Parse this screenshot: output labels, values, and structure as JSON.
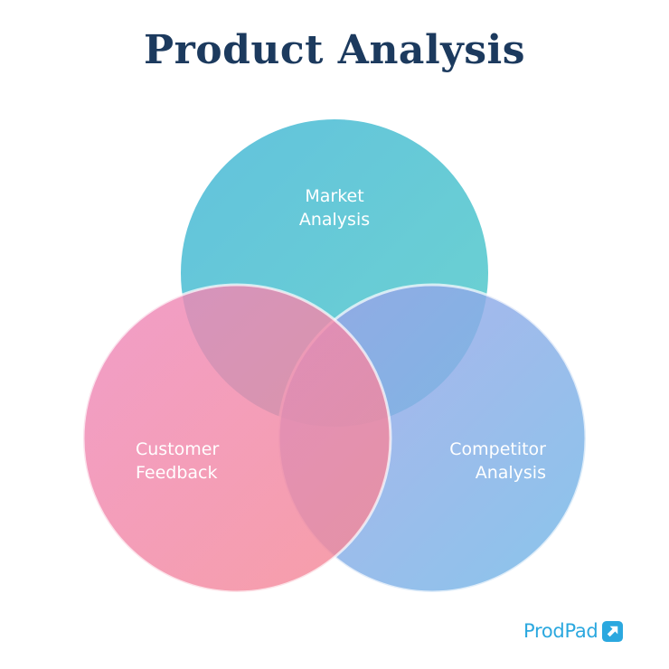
{
  "title": "Product Analysis",
  "diagram": {
    "type": "venn",
    "circles": [
      {
        "id": "market",
        "label_lines": [
          "Market",
          "Analysis"
        ],
        "color_start": "#62c2dd",
        "color_end": "#6cd3d0"
      },
      {
        "id": "customer",
        "label_lines": [
          "Customer",
          "Feedback"
        ],
        "color_start": "#ee88bc",
        "color_end": "#f58894"
      },
      {
        "id": "competitor",
        "label_lines": [
          "Competitor",
          "Analysis"
        ],
        "color_start": "#9ea2e8",
        "color_end": "#70b8e6"
      }
    ]
  },
  "brand": {
    "name": "ProdPad",
    "color": "#2ba8df",
    "icon": "arrow-up-right-icon"
  },
  "colors": {
    "title": "#1c3a5e"
  }
}
